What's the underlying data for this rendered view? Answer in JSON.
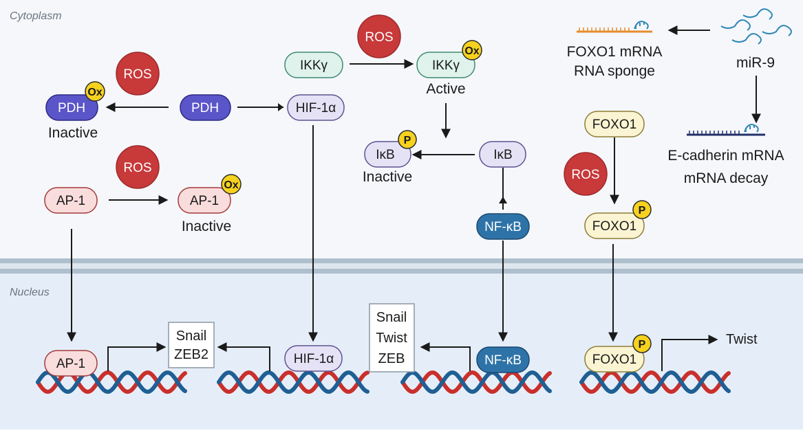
{
  "regions": {
    "cytoplasm": "Cytoplasm",
    "nucleus": "Nucleus"
  },
  "ros": "ROS",
  "badges": {
    "ox": "Ox",
    "p": "P"
  },
  "molecules": {
    "pdh": "PDH",
    "ap1": "AP-1",
    "hif1a": "HIF-1α",
    "ikkg": "IKKγ",
    "ikb": "IκB",
    "nfkb": "NF-κB",
    "foxo1": "FOXO1"
  },
  "captions": {
    "inactive": "Inactive",
    "active": "Active",
    "foxo1_mrna": "FOXO1 mRNA",
    "rna_sponge": "RNA sponge",
    "mir9": "miR-9",
    "ecad_mrna": "E-cadherin mRNA",
    "mrna_decay": "mRNA decay"
  },
  "target_genes": {
    "ap1_hif": [
      "Snail",
      "ZEB2"
    ],
    "nfkb": [
      "Snail",
      "Twist",
      "ZEB"
    ],
    "foxo1": "Twist"
  },
  "colors": {
    "cytoplasm_bg": "#f5f7fb",
    "nucleus_bg": "#e5eef8",
    "membrane": "#aebfcd",
    "ros": "#c8393a",
    "badge": "#f6d21f",
    "pdh": "#5a55c8",
    "ap1": "#f9dcdc",
    "hif1a": "#e6e2f6",
    "ikkg": "#dff2ec",
    "ikb": "#e6e2f6",
    "nfkb": "#2e73a8",
    "foxo1": "#fbf4d2",
    "dna_red": "#c9302c",
    "dna_blue": "#1f5f94",
    "mrna_orange": "#e58c2b",
    "mrna_navy": "#24306b",
    "mirna": "#2d86b5"
  }
}
